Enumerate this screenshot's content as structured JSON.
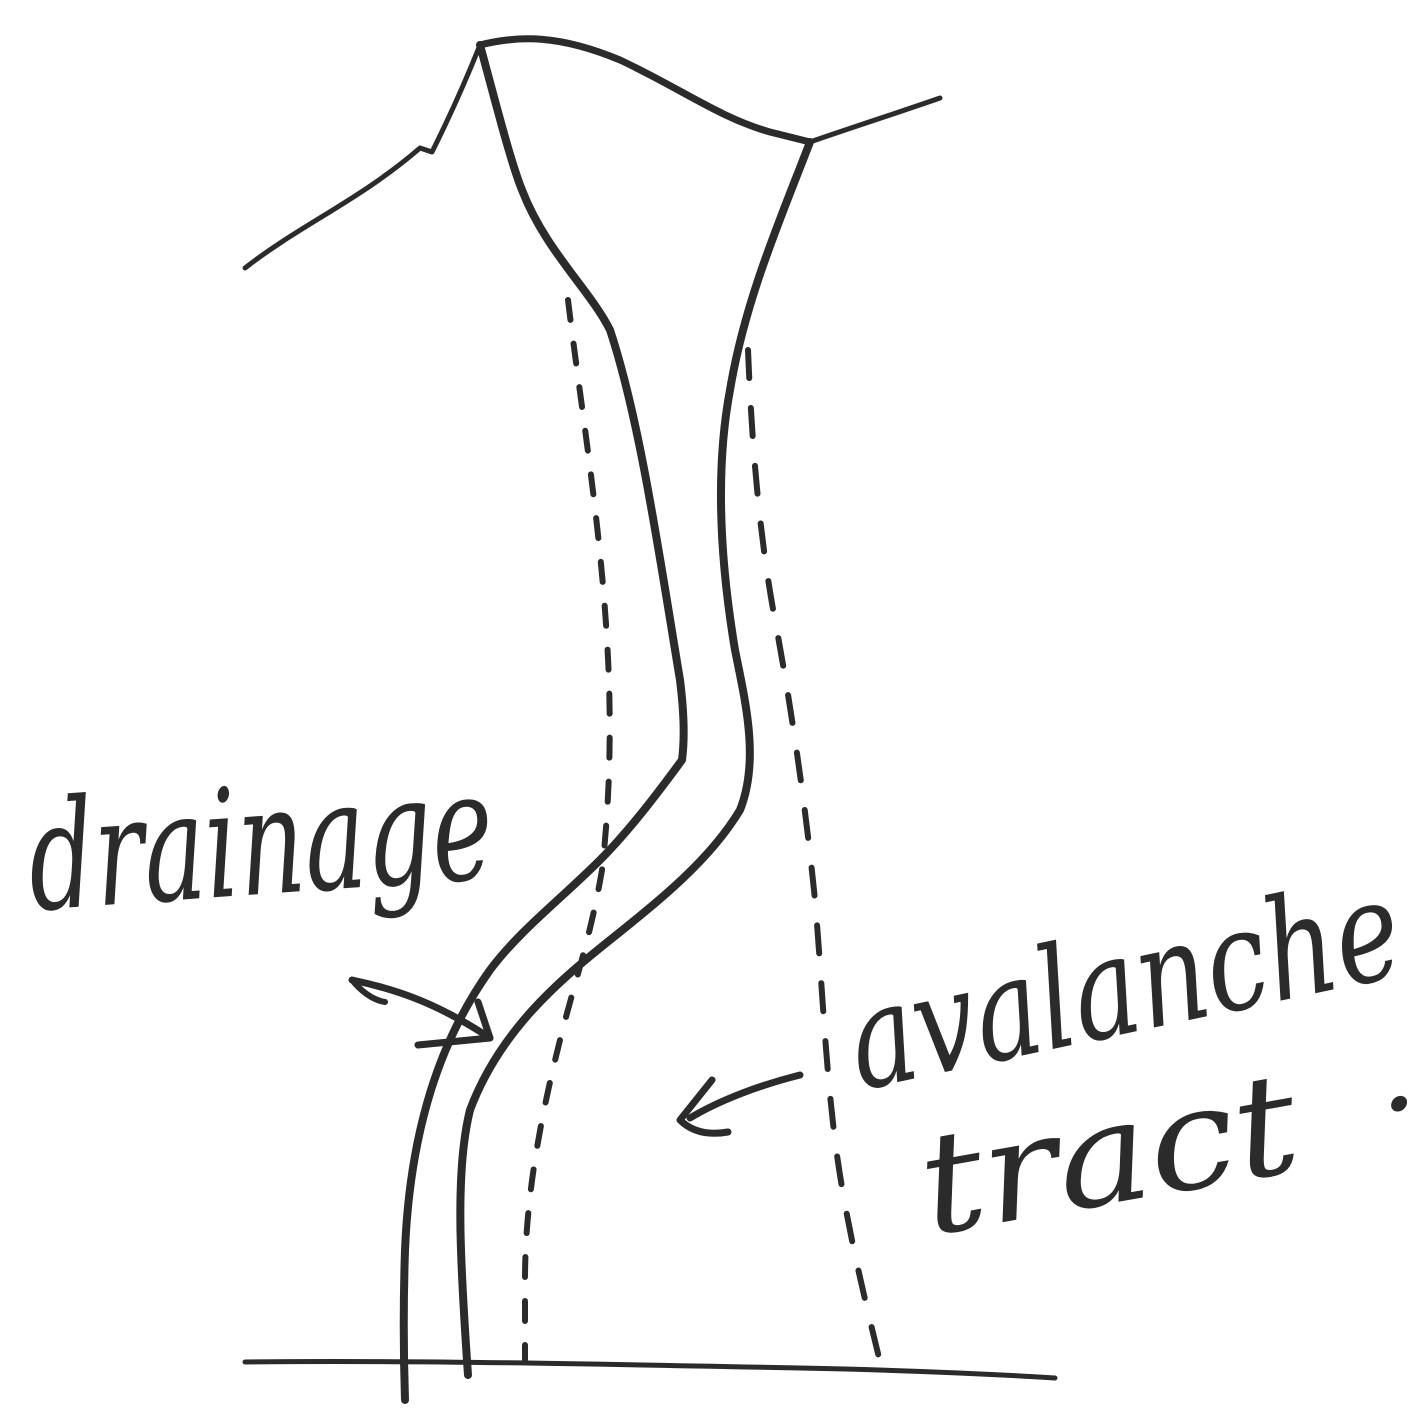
{
  "sketch": {
    "ink_color": "#2b2b2b",
    "paper_color": "#ffffff",
    "labels": {
      "drainage": "drainage",
      "avalanche_line1": "avalanche",
      "avalanche_line2": "tract",
      "period": "."
    }
  }
}
